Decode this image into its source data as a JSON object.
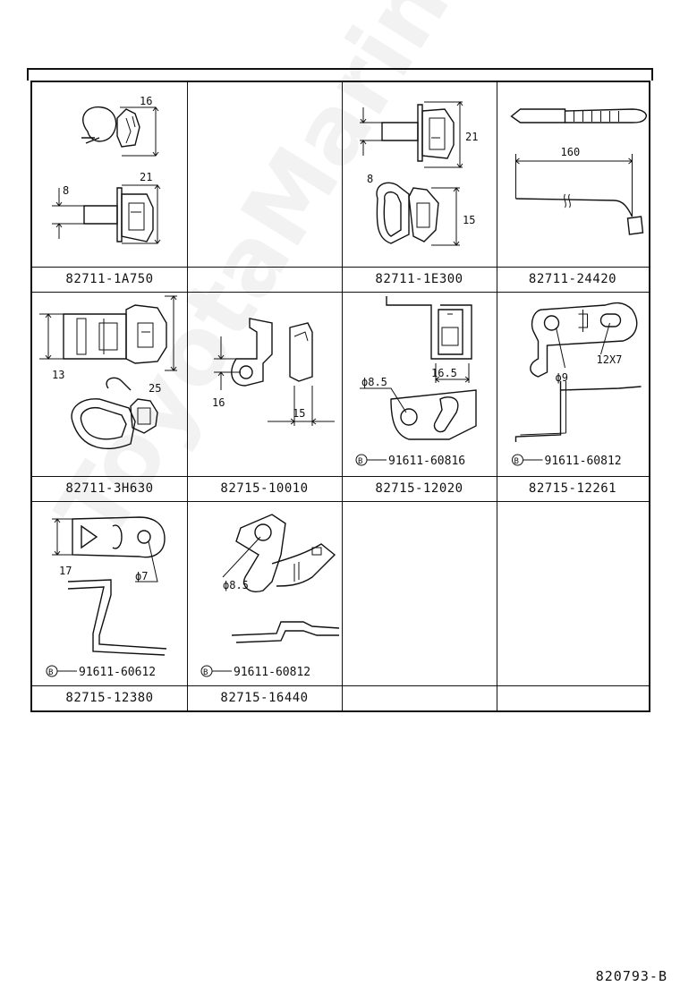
{
  "cells": [
    {
      "part": "82711-1A750",
      "dims": [
        "16",
        "21",
        "8"
      ]
    },
    {
      "part": ""
    },
    {
      "part": "82711-1E300",
      "dims": [
        "21",
        "8",
        "15"
      ]
    },
    {
      "part": "82711-24420",
      "dims": [
        "160"
      ]
    },
    {
      "part": "82711-3H630",
      "dims": [
        "13",
        "25"
      ]
    },
    {
      "part": "82715-10010",
      "dims": [
        "16",
        "15"
      ]
    },
    {
      "part": "82715-12020",
      "dims": [
        "ϕ8.5",
        "16.5"
      ],
      "bolt": "91611-60816"
    },
    {
      "part": "82715-12261",
      "dims": [
        "ϕ9",
        "12X7"
      ],
      "bolt": "91611-60812"
    },
    {
      "part": "82715-12380",
      "dims": [
        "17",
        "ϕ7"
      ],
      "bolt": "91611-60612"
    },
    {
      "part": "82715-16440",
      "dims": [
        "ϕ8.5"
      ],
      "bolt": "91611-60812"
    },
    {
      "part": ""
    },
    {
      "part": ""
    }
  ],
  "bolt_symbol": "B",
  "footer_code": "820793-B",
  "watermark": "ToyotaMarine.ru"
}
